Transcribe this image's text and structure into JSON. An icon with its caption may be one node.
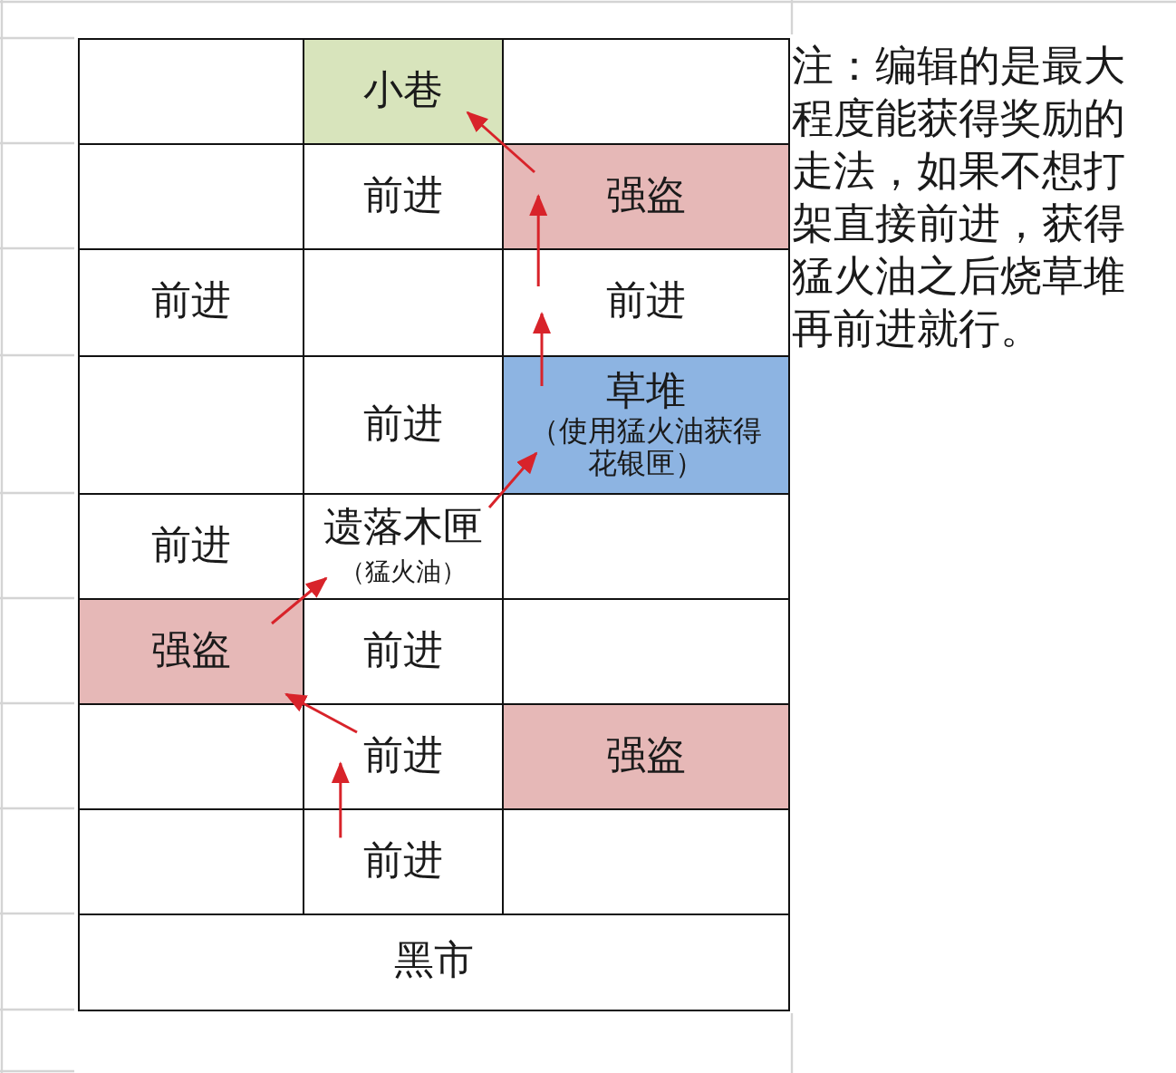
{
  "diagram": {
    "nodes": [
      {
        "text": [],
        "shape": "box"
      },
      {
        "text": [
          "小巷"
        ]
      },
      {
        "text": [],
        "shape": "box"
      },
      {
        "text": [],
        "shape": "box"
      },
      {
        "text": [
          "前进"
        ]
      },
      {
        "text": [
          "强盗"
        ]
      },
      {
        "text": [
          "前进"
        ]
      },
      {
        "text": [],
        "shape": "box"
      },
      {
        "text": [
          "前进"
        ]
      },
      {
        "text": [],
        "shape": "box"
      },
      {
        "text": [
          "前进"
        ]
      },
      {
        "text": [
          "草堆",
          "（使用猛火油获得花银匣）"
        ]
      },
      {
        "text": [
          "前进"
        ]
      },
      {
        "text": [
          "遗落木匣",
          "（猛火油）"
        ]
      },
      {
        "text": [],
        "shape": "box"
      },
      {
        "text": [
          "强盗"
        ]
      },
      {
        "text": [
          "前进"
        ]
      },
      {
        "text": [],
        "shape": "box"
      },
      {
        "text": [],
        "shape": "box"
      },
      {
        "text": [
          "前进"
        ]
      },
      {
        "text": [
          "强盗"
        ]
      },
      {
        "text": [],
        "shape": "box"
      },
      {
        "text": [
          "前进"
        ]
      },
      {
        "text": [],
        "shape": "box"
      },
      {
        "text": [
          "黑市"
        ]
      }
    ],
    "edges": [
      {
        "from": 22,
        "to": 19,
        "arrow": "to"
      },
      {
        "from": 19,
        "to": 15,
        "arrow": "to"
      },
      {
        "from": 15,
        "to": 13,
        "arrow": "to"
      },
      {
        "from": 13,
        "to": 11,
        "arrow": "to"
      },
      {
        "from": 11,
        "to": 8,
        "arrow": "to"
      },
      {
        "from": 8,
        "to": 5,
        "arrow": "to"
      },
      {
        "from": 5,
        "to": 1,
        "arrow": "to"
      }
    ],
    "labels": [
      "注：编辑的是最大程度能获得奖励的走法，如果不想打架直接前进，获得猛火油之后烧草堆再前进就行。"
    ]
  }
}
